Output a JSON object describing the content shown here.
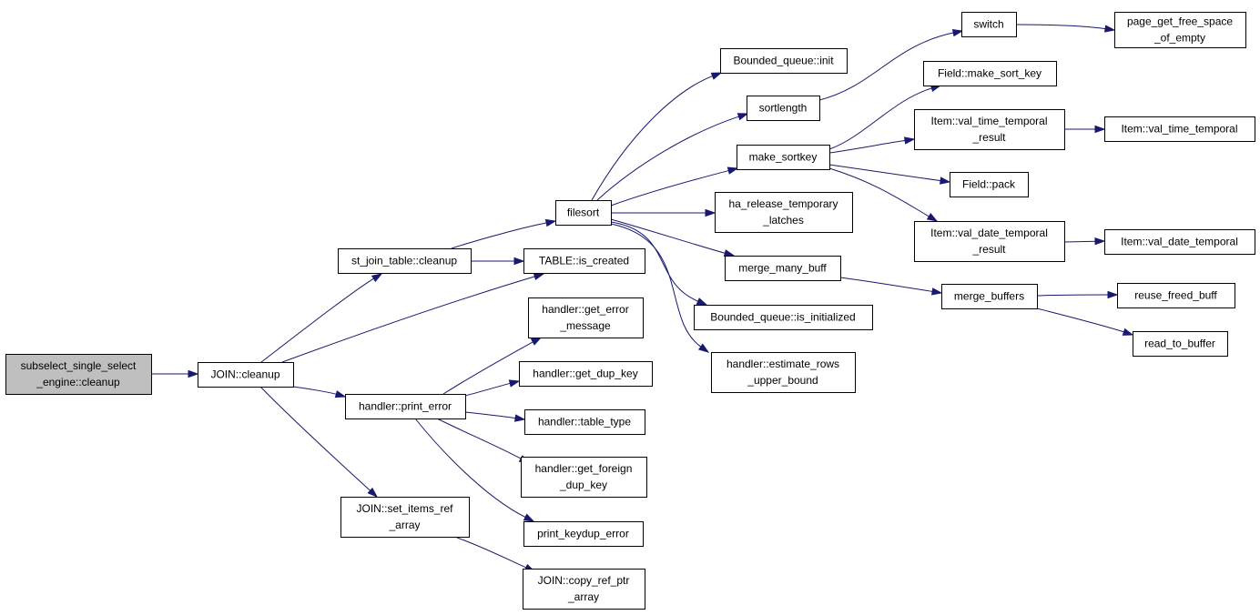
{
  "colors": {
    "edge": "#191970",
    "node_border": "#000000",
    "root_fill": "#bfbfbf",
    "node_fill": "#ffffff"
  },
  "nodes": [
    {
      "id": "root",
      "lines": [
        "subselect_single_select",
        "_engine::cleanup"
      ],
      "root": true
    },
    {
      "id": "join_cleanup",
      "lines": [
        "JOIN::cleanup"
      ]
    },
    {
      "id": "st_join_table_cleanup",
      "lines": [
        "st_join_table::cleanup"
      ]
    },
    {
      "id": "table_is_created",
      "lines": [
        "TABLE::is_created"
      ]
    },
    {
      "id": "handler_print_error",
      "lines": [
        "handler::print_error"
      ]
    },
    {
      "id": "join_set_items_ref_array",
      "lines": [
        "JOIN::set_items_ref",
        "_array"
      ]
    },
    {
      "id": "filesort",
      "lines": [
        "filesort"
      ]
    },
    {
      "id": "handler_get_error_message",
      "lines": [
        "handler::get_error",
        "_message"
      ]
    },
    {
      "id": "handler_get_dup_key",
      "lines": [
        "handler::get_dup_key"
      ]
    },
    {
      "id": "handler_table_type",
      "lines": [
        "handler::table_type"
      ]
    },
    {
      "id": "handler_get_foreign_dup_key",
      "lines": [
        "handler::get_foreign",
        "_dup_key"
      ]
    },
    {
      "id": "print_keydup_error",
      "lines": [
        "print_keydup_error"
      ]
    },
    {
      "id": "join_copy_ref_ptr_array",
      "lines": [
        "JOIN::copy_ref_ptr",
        "_array"
      ]
    },
    {
      "id": "bounded_queue_init",
      "lines": [
        "Bounded_queue::init"
      ]
    },
    {
      "id": "sortlength",
      "lines": [
        "sortlength"
      ]
    },
    {
      "id": "make_sortkey",
      "lines": [
        "make_sortkey"
      ]
    },
    {
      "id": "ha_release_temporary_latches",
      "lines": [
        "ha_release_temporary",
        "_latches"
      ]
    },
    {
      "id": "merge_many_buff",
      "lines": [
        "merge_many_buff"
      ]
    },
    {
      "id": "bounded_queue_is_initialized",
      "lines": [
        "Bounded_queue::is_initialized"
      ]
    },
    {
      "id": "handler_estimate_rows_upper_bound",
      "lines": [
        "handler::estimate_rows",
        "_upper_bound"
      ]
    },
    {
      "id": "switch",
      "lines": [
        "switch"
      ]
    },
    {
      "id": "field_make_sort_key",
      "lines": [
        "Field::make_sort_key"
      ]
    },
    {
      "id": "item_val_time_temporal_result",
      "lines": [
        "Item::val_time_temporal",
        "_result"
      ]
    },
    {
      "id": "field_pack",
      "lines": [
        "Field::pack"
      ]
    },
    {
      "id": "item_val_date_temporal_result",
      "lines": [
        "Item::val_date_temporal",
        "_result"
      ]
    },
    {
      "id": "merge_buffers",
      "lines": [
        "merge_buffers"
      ]
    },
    {
      "id": "page_get_free_space_of_empty",
      "lines": [
        "page_get_free_space",
        "_of_empty"
      ]
    },
    {
      "id": "item_val_time_temporal",
      "lines": [
        "Item::val_time_temporal"
      ]
    },
    {
      "id": "item_val_date_temporal",
      "lines": [
        "Item::val_date_temporal"
      ]
    },
    {
      "id": "reuse_freed_buff",
      "lines": [
        "reuse_freed_buff"
      ]
    },
    {
      "id": "read_to_buffer",
      "lines": [
        "read_to_buffer"
      ]
    }
  ],
  "edges": [
    [
      "root",
      "join_cleanup"
    ],
    [
      "join_cleanup",
      "st_join_table_cleanup"
    ],
    [
      "join_cleanup",
      "table_is_created"
    ],
    [
      "join_cleanup",
      "handler_print_error"
    ],
    [
      "join_cleanup",
      "join_set_items_ref_array"
    ],
    [
      "st_join_table_cleanup",
      "filesort"
    ],
    [
      "st_join_table_cleanup",
      "table_is_created"
    ],
    [
      "handler_print_error",
      "handler_get_error_message"
    ],
    [
      "handler_print_error",
      "handler_get_dup_key"
    ],
    [
      "handler_print_error",
      "handler_table_type"
    ],
    [
      "handler_print_error",
      "handler_get_foreign_dup_key"
    ],
    [
      "handler_print_error",
      "print_keydup_error"
    ],
    [
      "join_set_items_ref_array",
      "join_copy_ref_ptr_array"
    ],
    [
      "filesort",
      "bounded_queue_init"
    ],
    [
      "filesort",
      "sortlength"
    ],
    [
      "filesort",
      "make_sortkey"
    ],
    [
      "filesort",
      "ha_release_temporary_latches"
    ],
    [
      "filesort",
      "merge_many_buff"
    ],
    [
      "filesort",
      "bounded_queue_is_initialized"
    ],
    [
      "filesort",
      "handler_estimate_rows_upper_bound"
    ],
    [
      "sortlength",
      "switch"
    ],
    [
      "switch",
      "page_get_free_space_of_empty"
    ],
    [
      "make_sortkey",
      "field_make_sort_key"
    ],
    [
      "make_sortkey",
      "item_val_time_temporal_result"
    ],
    [
      "make_sortkey",
      "field_pack"
    ],
    [
      "make_sortkey",
      "item_val_date_temporal_result"
    ],
    [
      "item_val_time_temporal_result",
      "item_val_time_temporal"
    ],
    [
      "item_val_date_temporal_result",
      "item_val_date_temporal"
    ],
    [
      "merge_many_buff",
      "merge_buffers"
    ],
    [
      "merge_buffers",
      "reuse_freed_buff"
    ],
    [
      "merge_buffers",
      "read_to_buffer"
    ]
  ]
}
